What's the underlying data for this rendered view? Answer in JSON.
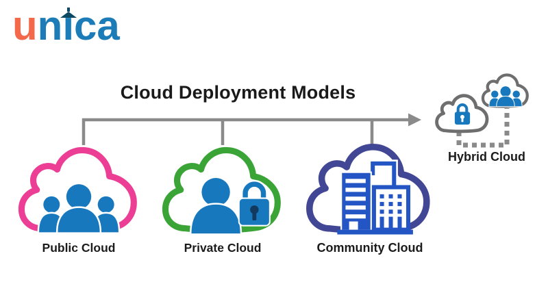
{
  "logo": {
    "text": "unica",
    "part_u": "u",
    "part_n": "n",
    "part_i": "ı",
    "part_ca": "ca",
    "accent_color": "#F26A4B",
    "brand_color": "#1C7CB8",
    "graduation_cap_color": "#0C4A63"
  },
  "title": "Cloud Deployment Models",
  "diagram": {
    "connector_color": "#8A8A8A",
    "label_color": "#1B1B1B",
    "icon_blue": "#1878BE",
    "building_blue": "#2356C4",
    "keyhole_dark": "#123A5F",
    "nodes": [
      {
        "label": "Public Cloud",
        "cloud_color": "#EC3E95",
        "icon": "group-people-icon"
      },
      {
        "label": "Private Cloud",
        "cloud_color": "#3AA437",
        "icon": "person-with-lock-icon"
      },
      {
        "label": "Community Cloud",
        "cloud_color": "#424795",
        "icon": "buildings-icon"
      }
    ],
    "hybrid": {
      "label": "Hybrid Cloud",
      "cloud_color": "#6E6E6E",
      "icons": [
        "lock-icon",
        "group-people-icon"
      ]
    }
  }
}
